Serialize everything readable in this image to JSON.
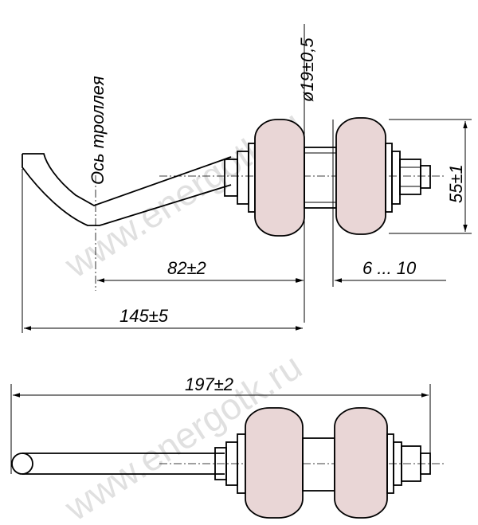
{
  "drawing": {
    "axis_label": "Ось троллея",
    "dim_diameter": "ø19±0,5",
    "dim_height": "55±1",
    "dim_82": "82±2",
    "dim_6_10": "6 ... 10",
    "dim_145": "145±5",
    "dim_197": "197±2",
    "watermark": "www.energotk.ru"
  },
  "colors": {
    "insulator_fill": "#e9d6d6",
    "line": "#000000",
    "watermark": "#c8c8c8"
  }
}
